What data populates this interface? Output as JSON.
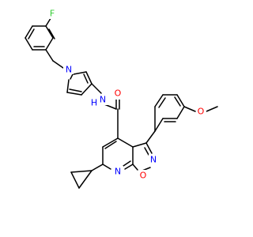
{
  "molecule": {
    "colors": {
      "bond": "#000000",
      "N": "#0000ff",
      "O": "#ff0000",
      "F": "#33cc33",
      "C": "#000000"
    },
    "labels": {
      "F": "F",
      "N1": "N",
      "N2": "N",
      "NH_N": "N",
      "NH_H": "H",
      "O_carbonyl": "O",
      "O_methoxy": "O",
      "N_isox": "N",
      "O_isox": "O",
      "N_pyr": "N"
    }
  }
}
